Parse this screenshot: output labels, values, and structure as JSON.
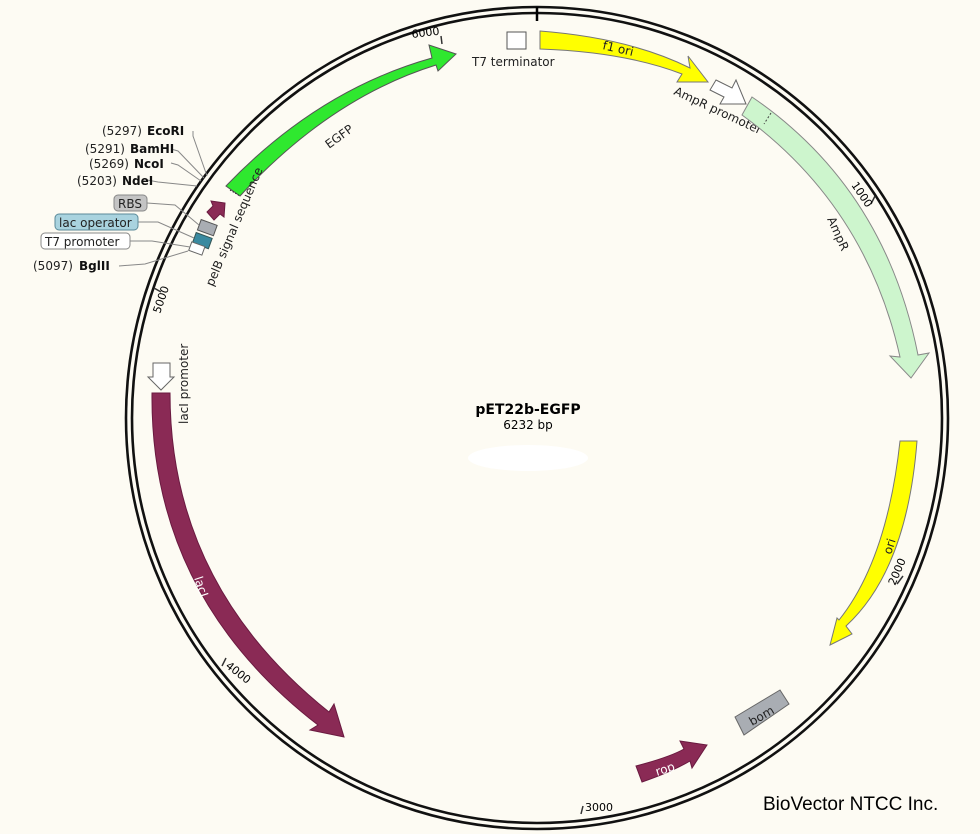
{
  "plasmid": {
    "name": "pET22b-EGFP",
    "size_label": "6232 bp",
    "length_bp": 6232
  },
  "ticks": [
    "1000",
    "2000",
    "3000",
    "4000",
    "5000",
    "6000"
  ],
  "features": {
    "t7_terminator": "T7 terminator",
    "f1_ori": "f1 ori",
    "ampr_promoter": "AmpR promoter",
    "ampr": "AmpR",
    "ori": "ori",
    "bom": "bom",
    "rop": "rop",
    "laci": "lacI",
    "laci_promoter": "lacI promoter",
    "pelb": "pelB signal sequence",
    "egfp": "EGFP"
  },
  "regulatory": {
    "rbs": "RBS",
    "lac_operator": "lac operator",
    "t7_promoter": "T7 promoter"
  },
  "sites": [
    {
      "pos": "(5297)",
      "name": "EcoRI"
    },
    {
      "pos": "(5291)",
      "name": "BamHI"
    },
    {
      "pos": "(5269)",
      "name": "NcoI"
    },
    {
      "pos": "(5203)",
      "name": "NdeI"
    },
    {
      "pos": "(5097)",
      "name": "BglII"
    }
  ],
  "brand": "BioVector NTCC Inc.",
  "colors": {
    "background": "#fdfbf3",
    "egfp": "#2fe82f",
    "f1_ori": "#ffff00",
    "ampr": "#cdf5cd",
    "ori": "#ffff00",
    "laci": "#8a2a55",
    "rop": "#8a2a55",
    "pelb": "#8a2a55",
    "bom": "#a9adb3",
    "lac_operator": "#3a8aa0",
    "lac_operator_label": "#a9d3df",
    "rbs_label": "#c4c4c4"
  }
}
